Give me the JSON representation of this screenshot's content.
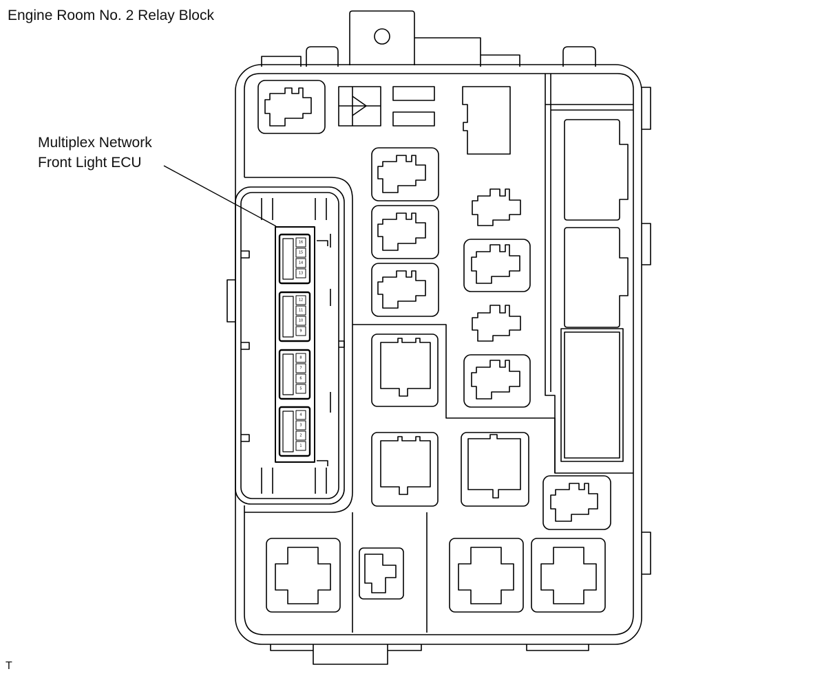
{
  "title": "Engine Room No. 2 Relay Block",
  "callout": {
    "line1": "Multiplex Network",
    "line2": "Front Light ECU"
  },
  "footer_code": "T",
  "connector_pins": [
    [
      "16",
      "15",
      "14",
      "13"
    ],
    [
      "12",
      "11",
      "10",
      "9"
    ],
    [
      "8",
      "7",
      "6",
      "5"
    ],
    [
      "4",
      "3",
      "2",
      "1"
    ]
  ],
  "colors": {
    "line": "#000000",
    "background": "#ffffff"
  }
}
